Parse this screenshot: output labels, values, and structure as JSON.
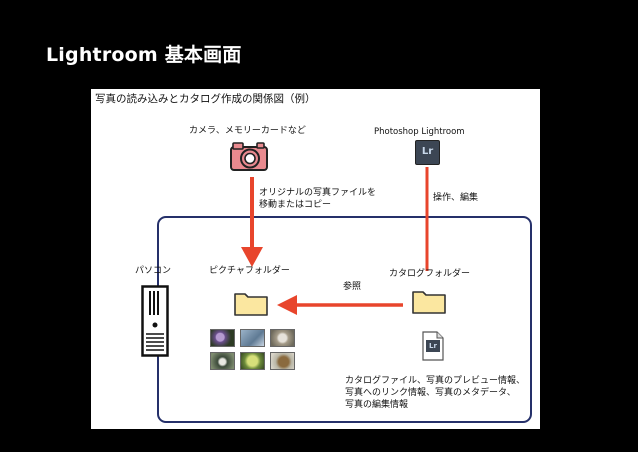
{
  "slide": {
    "title": "Lightroom 基本画面"
  },
  "diagram": {
    "title": "写真の読み込みとカタログ作成の関係図（例）",
    "camera_label": "カメラ、メモリーカードなど",
    "lightroom_label": "Photoshop Lightroom",
    "lightroom_badge": "Lr",
    "catalog_file_badge": "Lr",
    "import_label_line1": "オリジナルの写真ファイルを",
    "import_label_line2": "移動またはコピー",
    "edit_label": "操作、編集",
    "pc_label": "パソコン",
    "pictures_folder_label": "ピクチャフォルダー",
    "catalog_folder_label": "カタログフォルダー",
    "reference_label": "参照",
    "catalog_desc_line1": "カタログファイル、写真のプレビュー情報、",
    "catalog_desc_line2": "写真へのリンク情報、写真のメタデータ、",
    "catalog_desc_line3": "写真の編集情報",
    "colors": {
      "arrow": "#e8452c",
      "frame": "#25306a",
      "folder": "#fbe7a0",
      "camera": "#e98a8f",
      "lightroom_bg": "#3c4654",
      "lightroom_text": "#c8d8ea"
    },
    "icons": [
      "camera-icon",
      "lightroom-app-icon",
      "pc-tower-icon",
      "folder-icon",
      "catalog-file-icon",
      "photo-thumbnail"
    ]
  }
}
